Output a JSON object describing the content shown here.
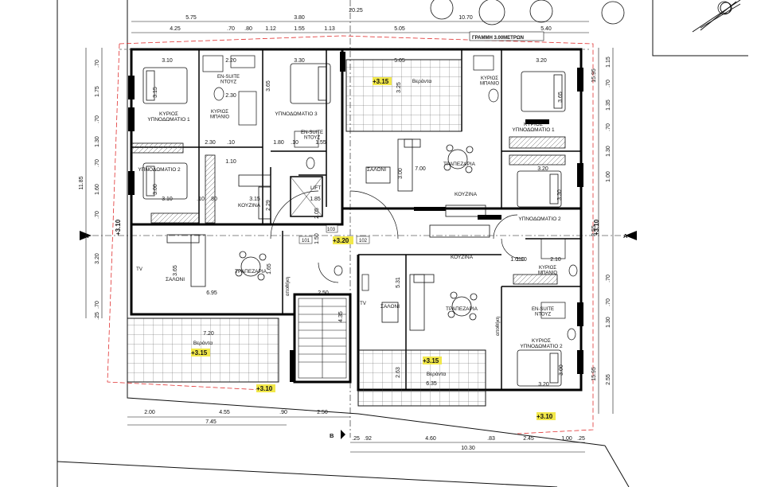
{
  "plan": {
    "setback_label": "ΓΡΑΜΜΗ 3.00ΜΕΤΡΩΝ",
    "section_markers": {
      "a_left": "A",
      "a_right": "A",
      "b": "B"
    },
    "elevation_tags": [
      "+3.10",
      "+3.15",
      "+3.20"
    ],
    "door_tags": [
      "101",
      "102",
      "103"
    ],
    "lift_label": "LIFT",
    "colors": {
      "line": "#111111",
      "wall": "#000000",
      "setback": "#e03030",
      "hatch": "#444444",
      "level_highlight": "#f2e84a"
    }
  },
  "rooms": {
    "master_bed_1": "ΚΥΡΙΟΣ\nΥΠΝΟΔΩΜΑΤΙΟ 1",
    "ensuite_1": "EN-SUITE\nΝΤΟΥΖ",
    "master_bath_1": "ΚΥΡΙΟΣ\nΜΠΑΝΙΟ",
    "bed_3": "ΥΠΝΟΔΩΜΑΤΙΟ 3",
    "ensuite_3": "EN-SUITE\nΝΤΟΥΖ",
    "bed_2_left": "ΥΠΝΟΔΩΜΑΤΙΟ 2",
    "kitchen_left": "ΚΟΥΖΙΝΑ",
    "saloni_left": "ΣΑΛΟΝΙ",
    "dining_left": "ΤΡΑΠΕΖΑΡΙΑ",
    "veranda_left": "Βεράντα",
    "veranda_top": "Βεράντα",
    "saloni_mid": "ΣΑΛΟΝΙ",
    "dining_mid": "ΤΡΑΠΕΖΑΡΙΑ",
    "kitchen_mid": "ΚΟΥΖΙΝΑ",
    "master_bath_right": "ΚΥΡΙΟΣ\nΜΠΑΝΙΟ",
    "master_bed_right": "ΚΥΡΙΟΣ\nΥΠΝΟΔΩΜΑΤΙΟ 1",
    "bed_2_right": "ΥΠΝΟΔΩΜΑΤΙΟ 2",
    "kitchen_right": "ΚΟΥΖΙΝΑ",
    "master_bath_right2": "ΚΥΡΙΟΣ\nΜΠΑΝΙΟ",
    "ensuite_right": "EN-SUITE\nΝΤΟΥΖ",
    "master_bed_right2": "ΚΥΡΙΟΣ\nΥΠΝΟΔΩΜΑΤΙΟ 2",
    "saloni_bottom": "ΣΑΛΟΝΙ",
    "dining_bottom": "ΤΡΑΠΕΖΑΡΙΑ",
    "veranda_bottom": "Βεράντα",
    "storage": "αποθήκη",
    "tv": "TV"
  },
  "dims": {
    "top_row": [
      "5.75",
      "3.80",
      "20.25",
      "10.70"
    ],
    "top_row2": [
      "4.25",
      ".70",
      ".80",
      "1.12",
      "1.55",
      "1.13",
      "5.05",
      "5.40"
    ],
    "bottom_row1": [
      "2.00",
      "4.55",
      ".90",
      "2.50"
    ],
    "bottom_total_left": "7.45",
    "bottom_row2": [
      ".25",
      ".92",
      "4.60",
      ".83",
      "2.45",
      "1.00",
      ".25"
    ],
    "bottom_total_right": "10.30",
    "left_col": [
      ".70",
      "1.75",
      ".70",
      "1.30",
      ".70",
      "1.60",
      ".70",
      "3.20",
      ".70",
      ".25"
    ],
    "left_total": "11.85",
    "right_col": [
      "1.15",
      ".70",
      "1.35",
      ".70",
      "1.30",
      "1.00",
      ".70",
      ".70",
      "1.30",
      "2.55"
    ],
    "right_totals": [
      "15.95",
      "3.55",
      "15.95"
    ],
    "inner": [
      "3.10",
      "2.20",
      "3.30",
      "5.05",
      "3.20",
      "2.30",
      "3.15",
      "3.65",
      "3.25",
      "3.65",
      "2.30",
      ".10",
      "1.80",
      ".10",
      "1.55",
      "1.10",
      "3.00",
      "7.00",
      "3.00",
      "3.20",
      "3.10",
      ".10",
      ".80",
      "3.15",
      "1.85",
      "2.29",
      "2.05",
      "1.50",
      "3.30",
      "3.65",
      "6.95",
      "2.50",
      "7.20",
      "4.35",
      "5.31",
      "1.10",
      "1.010",
      "2.10",
      "2.63",
      "6.35",
      "3.20",
      "3.00",
      "1.65"
    ]
  }
}
